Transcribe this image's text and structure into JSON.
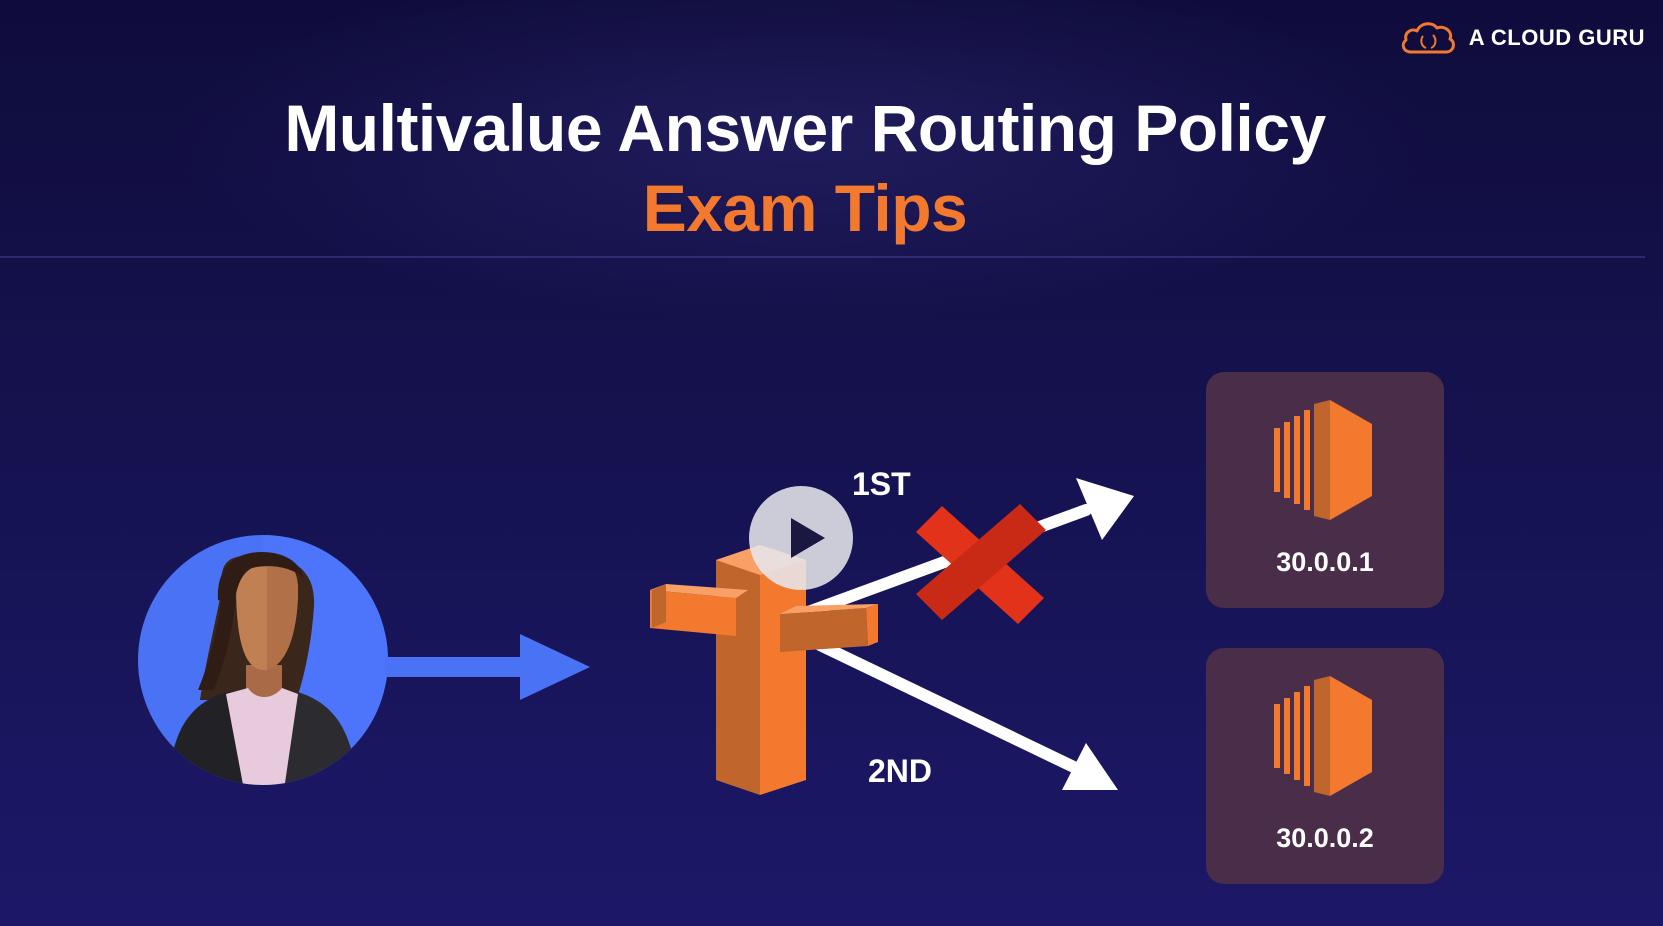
{
  "brand": {
    "name": "A CLOUD GURU",
    "icon": "cloud-logo-icon",
    "accent": "#f2792e"
  },
  "slide": {
    "title": "Multivalue Answer Routing Policy",
    "subtitle": "Exam Tips"
  },
  "diagram": {
    "user_icon": "user-avatar",
    "router_icon": "route53-signpost-icon",
    "routes": [
      {
        "label": "1ST",
        "status": "failed"
      },
      {
        "label": "2ND",
        "status": "ok"
      }
    ],
    "servers": [
      {
        "ip": "30.0.0.1",
        "icon": "ec2-instance-icon"
      },
      {
        "ip": "30.0.0.2",
        "icon": "ec2-instance-icon"
      }
    ]
  },
  "player": {
    "control": "play-icon"
  },
  "colors": {
    "background": "#15124f",
    "title": "#ffffff",
    "subtitle": "#f2792e",
    "user_circle": "#4a72f5",
    "arrow_blue": "#4a72f5",
    "arrow_white": "#ffffff",
    "fail_mark": "#e2331a",
    "server_card": "#4a2d48",
    "aws_orange": "#f2792e"
  }
}
